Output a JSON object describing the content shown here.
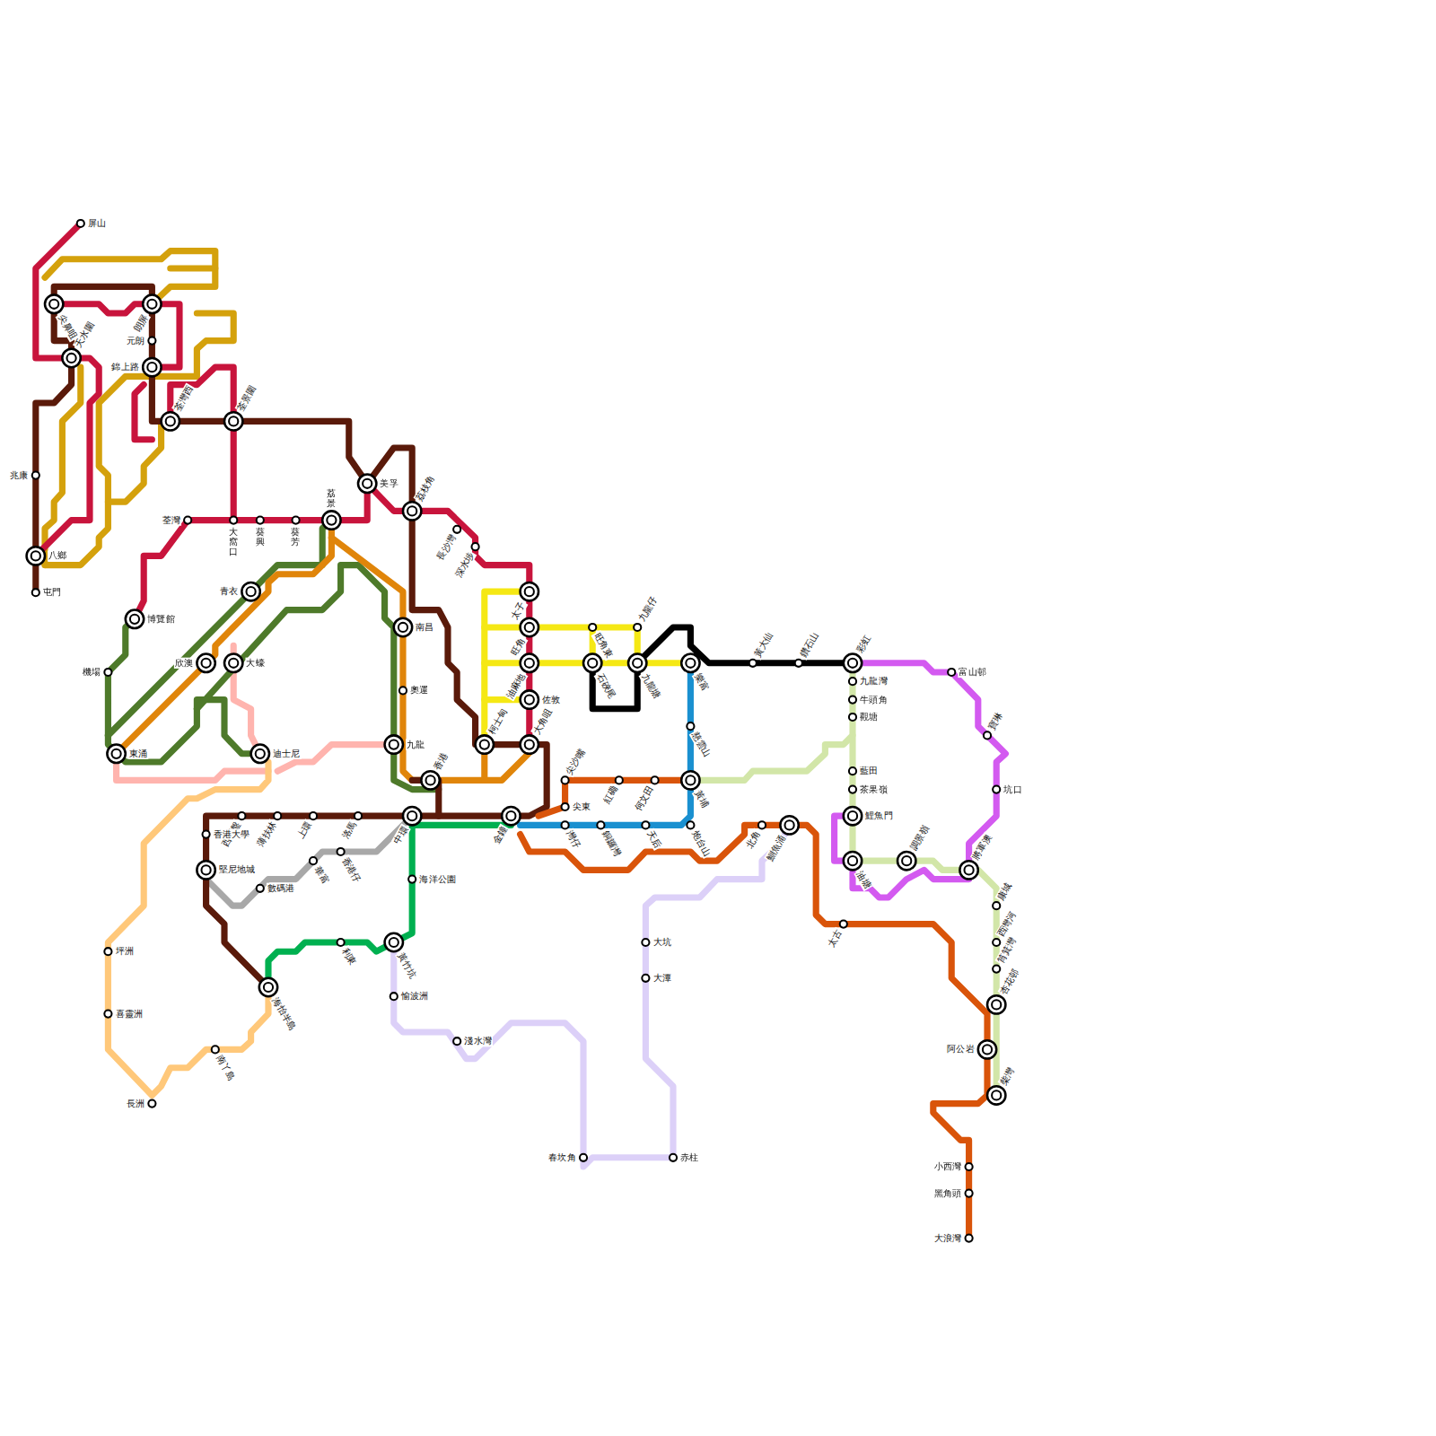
{
  "diagram": {
    "labels": [
      "屏山",
      "尖鼻咀",
      "天水圍",
      "朗屏",
      "元朗",
      "錦上路",
      "荃灣西",
      "荃景圍",
      "兆康",
      "八鄉",
      "屯門",
      "荃灣",
      "大窩口",
      "葵興",
      "葵芳",
      "荔景",
      "美孚",
      "荔枝角",
      "長沙灣",
      "深水埗",
      "青衣",
      "博覽館",
      "機場",
      "欣澳",
      "大蠔",
      "東涌",
      "迪士尼",
      "南昌",
      "奧運",
      "九龍",
      "香港",
      "太子",
      "旺角",
      "油麻地",
      "佐敦",
      "柯士甸",
      "大角咀",
      "旺角東",
      "石硤尾",
      "九龍仔",
      "九龍塘",
      "樂富",
      "黃大仙",
      "鑽石山",
      "彩虹",
      "九龍灣",
      "牛頭角",
      "觀塘",
      "富山邨",
      "寶琳",
      "慈雲山",
      "尖沙嘴",
      "紅磡",
      "何文田",
      "黃埔",
      "藍田",
      "茶果嶺",
      "坑口",
      "尖東",
      "鯉魚門",
      "中環",
      "上環",
      "洛馬",
      "薄扶林",
      "西營盤",
      "金鐘",
      "灣仔",
      "銅鑼灣",
      "天后",
      "炮台山",
      "北角",
      "鰂魚涌",
      "香港大學",
      "油塘",
      "調景嶺",
      "將軍澳",
      "堅尼地城",
      "香港仔",
      "華富",
      "海洋公園",
      "數碼港",
      "康城",
      "太古",
      "黃竹坑",
      "利東",
      "西灣河",
      "大坑",
      "坪洲",
      "筲箕灣",
      "大潭",
      "海怡半島",
      "愉波洲",
      "杏花邨",
      "喜靈洲",
      "淺水灣",
      "南丫島",
      "阿公岩",
      "柴灣",
      "長洲",
      "春坎角",
      "赤柱",
      "小西灣",
      "黑角頭",
      "大浪灣"
    ]
  }
}
